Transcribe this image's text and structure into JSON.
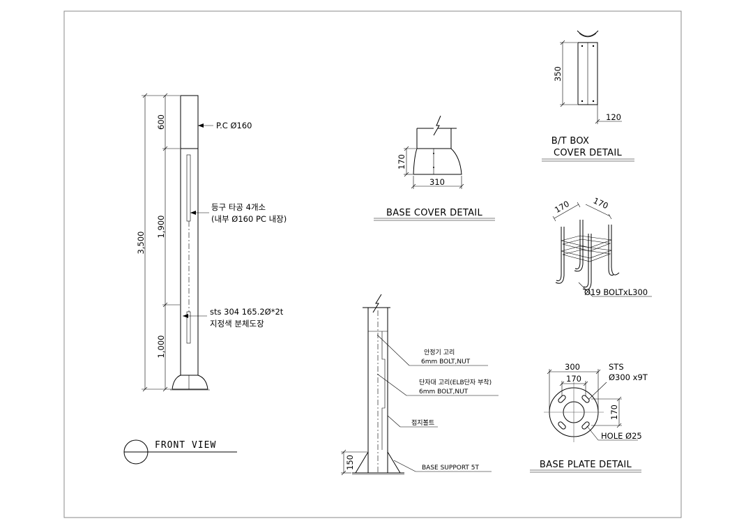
{
  "front_view": {
    "title": "FRONT VIEW",
    "dim_total": "3,500",
    "dim_top": "600",
    "dim_mid": "1,900",
    "dim_bottom": "1,000",
    "note_pc": "P.C  Ø160",
    "note_hole_1": "등구 타공 4개소",
    "note_hole_2": "(내부 Ø160 PC 내장)",
    "note_material_1": "sts 304 165.2Ø*2t",
    "note_material_2": "지정색 분체도장"
  },
  "base_cover": {
    "title": "BASE COVER DETAIL",
    "dim_height": "170",
    "dim_width": "310"
  },
  "bt_box": {
    "title_1": "B/T BOX",
    "title_2": "COVER DETAIL",
    "dim_height": "350",
    "dim_width": "120"
  },
  "anchor": {
    "dim_a": "170",
    "dim_b": "170",
    "note": "Ø19  BOLTxL300"
  },
  "side_view": {
    "dim_base": "150",
    "label_1a": "안정기 고리",
    "label_1b": "6mm  BOLT,NUT",
    "label_2a": "단자대 고리(ELB단자 부착)",
    "label_2b": "6mm  BOLT,NUT",
    "label_3": "접지볼트",
    "label_4": "BASE  SUPPORT  5T"
  },
  "base_plate": {
    "title": "BASE PLATE DETAIL",
    "dim_outer": "300",
    "dim_inner": "170",
    "dim_side": "170",
    "note_mat_1": "STS",
    "note_mat_2": "Ø300 x9T",
    "note_hole": "HOLE Ø25"
  }
}
